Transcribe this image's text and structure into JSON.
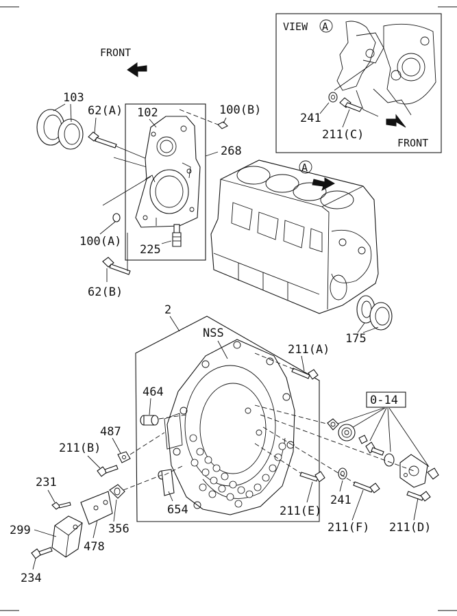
{
  "labels": {
    "front_top": "FRONT",
    "view_title": "VIEW",
    "view_marker": "A",
    "front_inset": "FRONT",
    "marker_block": "A",
    "p103": "103",
    "p62a": "62(A)",
    "p102": "102",
    "p100b": "100(B)",
    "p268": "268",
    "p100a": "100(A)",
    "p225": "225",
    "p62b": "62(B)",
    "p241_inset": "241",
    "p211c": "211(C)",
    "p175": "175",
    "p2": "2",
    "pnss": "NSS",
    "p211a": "211(A)",
    "p464": "464",
    "p487": "487",
    "p211b": "211(B)",
    "p014": "0-14",
    "p231": "231",
    "p356": "356",
    "p299": "299",
    "p478": "478",
    "p234": "234",
    "p654": "654",
    "p211e": "211(E)",
    "p241": "241",
    "p211f": "211(F)",
    "p211d": "211(D)"
  }
}
